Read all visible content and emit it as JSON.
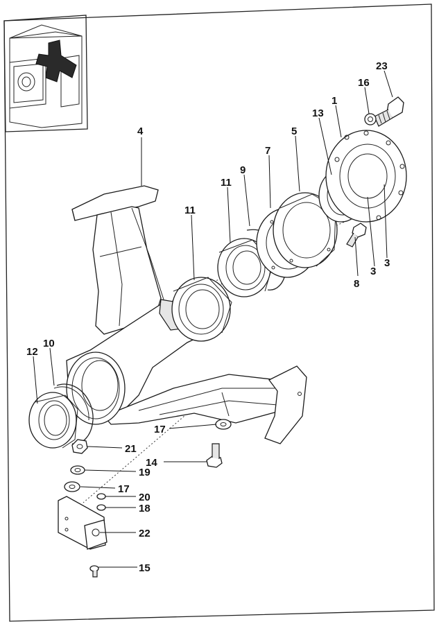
{
  "diagram": {
    "callouts": [
      {
        "id": "c1",
        "text": "1"
      },
      {
        "id": "c3a",
        "text": "3"
      },
      {
        "id": "c3b",
        "text": "3"
      },
      {
        "id": "c4",
        "text": "4"
      },
      {
        "id": "c5",
        "text": "5"
      },
      {
        "id": "c7",
        "text": "7"
      },
      {
        "id": "c8",
        "text": "8"
      },
      {
        "id": "c9",
        "text": "9"
      },
      {
        "id": "c10",
        "text": "10"
      },
      {
        "id": "c11a",
        "text": "11"
      },
      {
        "id": "c11b",
        "text": "11"
      },
      {
        "id": "c12",
        "text": "12"
      },
      {
        "id": "c13",
        "text": "13"
      },
      {
        "id": "c14",
        "text": "14"
      },
      {
        "id": "c15",
        "text": "15"
      },
      {
        "id": "c16",
        "text": "16"
      },
      {
        "id": "c17a",
        "text": "17"
      },
      {
        "id": "c17b",
        "text": "17"
      },
      {
        "id": "c18",
        "text": "18"
      },
      {
        "id": "c19",
        "text": "19"
      },
      {
        "id": "c20",
        "text": "20"
      },
      {
        "id": "c21",
        "text": "21"
      },
      {
        "id": "c22",
        "text": "22"
      },
      {
        "id": "c23",
        "text": "23"
      }
    ]
  }
}
